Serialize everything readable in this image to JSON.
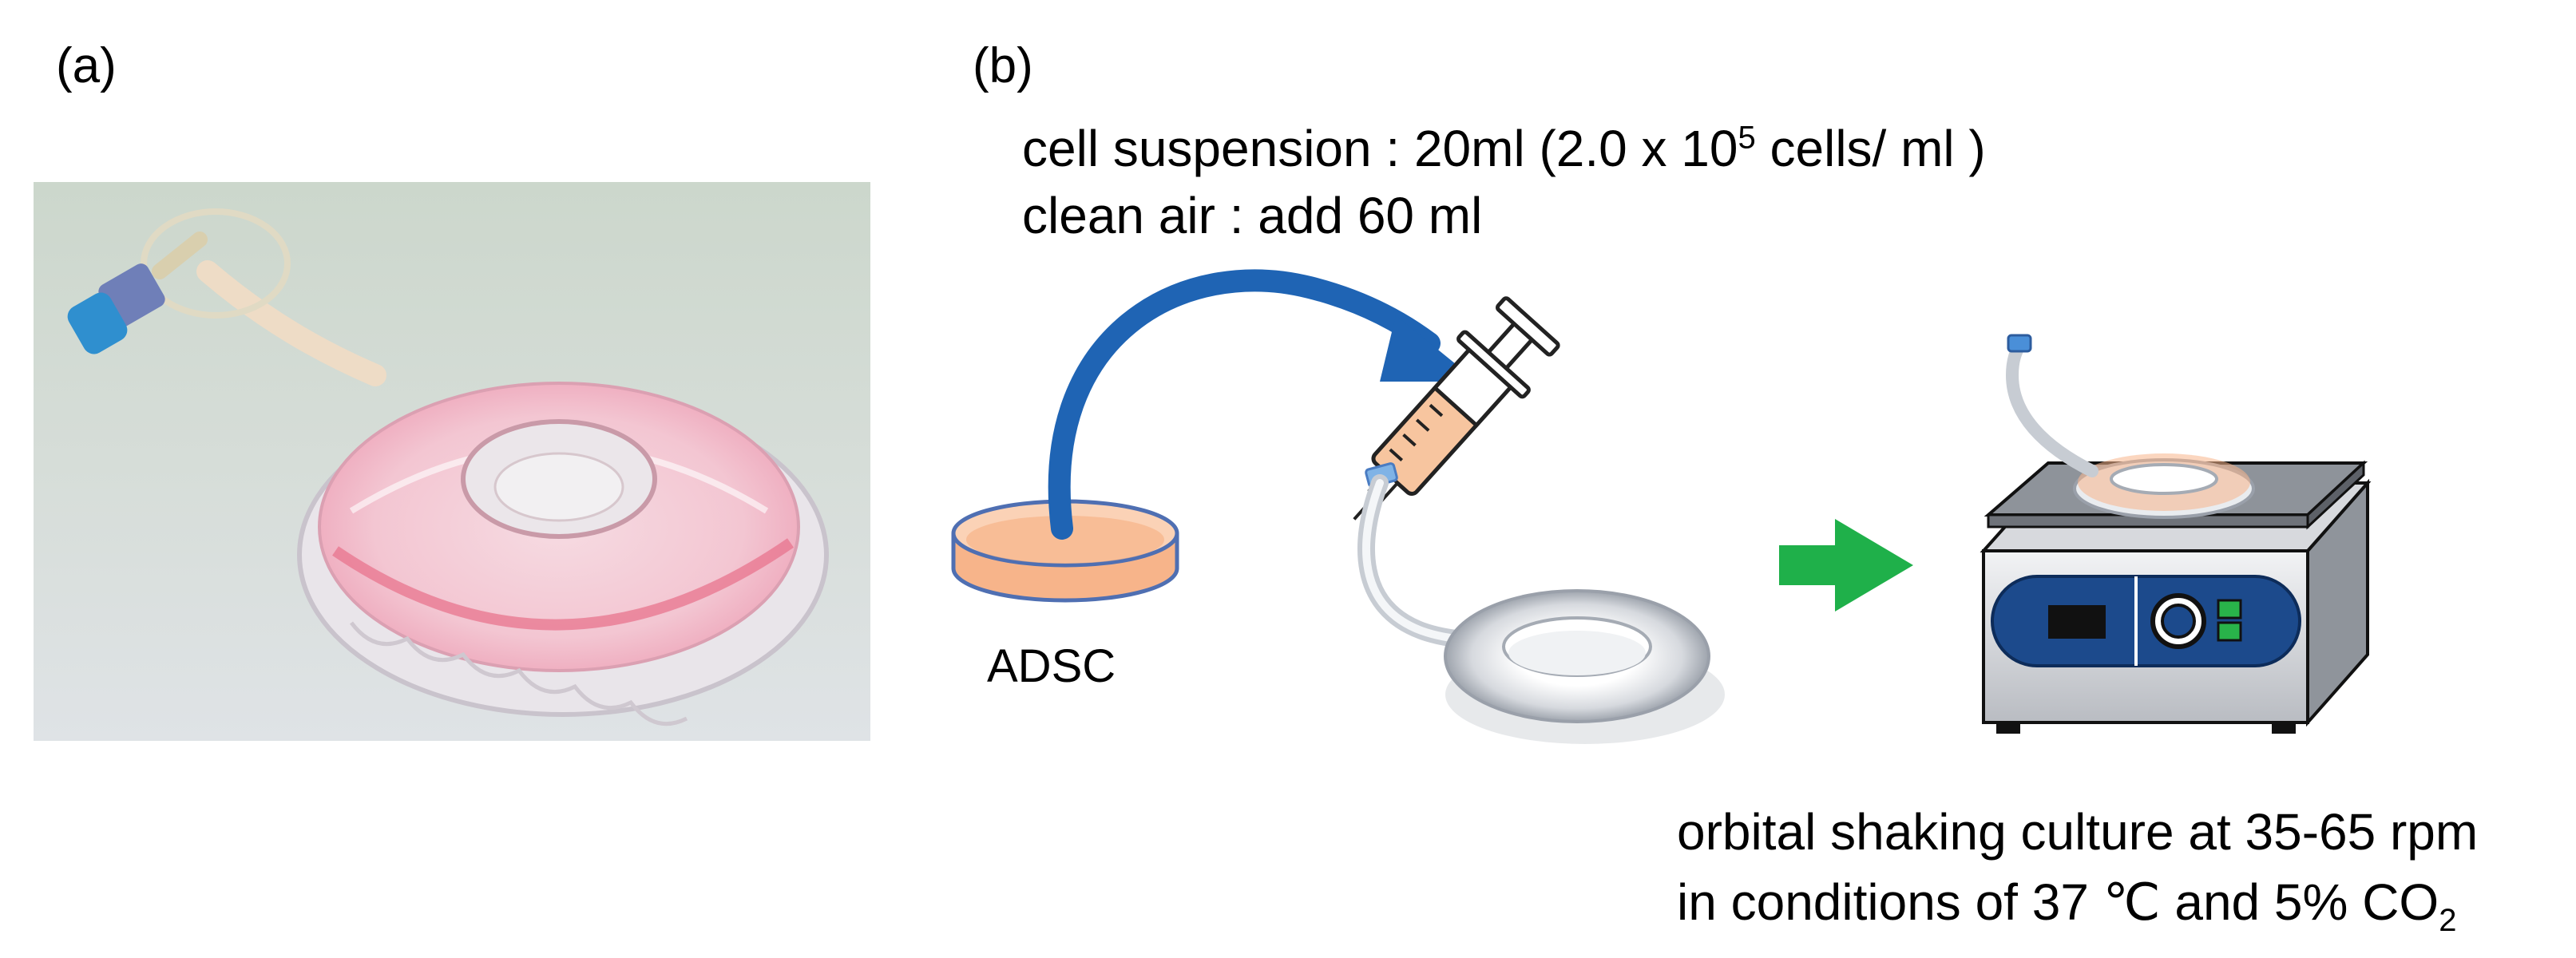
{
  "panel_a": {
    "label": "(a)"
  },
  "panel_b": {
    "label": "(b)",
    "line1": {
      "prefix": "cell suspension : 20ml (2.0 x 10",
      "sup": "5",
      "suffix": " cells/ ml )"
    },
    "line2": "clean air : add 60 ml",
    "dish_label": "ADSC",
    "caption_line1": "orbital shaking culture at 35-65 rpm",
    "caption_line2": {
      "prefix": "in conditions of 37 ℃ and 5% CO",
      "sub": "2"
    }
  },
  "colors": {
    "arrow_blue": "#1f64b4",
    "arrow_green": "#1fb04a",
    "medium_orange": "#f7b48a",
    "device_blue": "#1c4a8c",
    "photo_background": "#d3dcd4",
    "medium_pink": "#f0a0b0"
  }
}
